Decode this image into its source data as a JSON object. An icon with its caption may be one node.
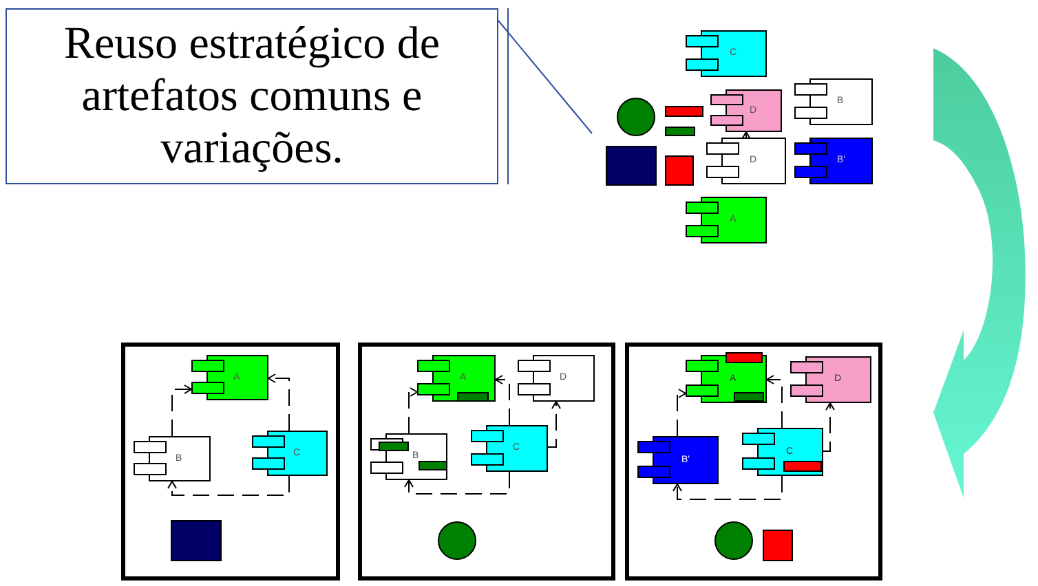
{
  "diagram": {
    "nodes": [
      {
        "text": [
          "Reuso estratégico de artefatos comuns e variações."
        ]
      },
      {
        "text": [
          "C"
        ]
      },
      {
        "text": [
          "D"
        ]
      },
      {
        "text": [
          "B"
        ]
      },
      {
        "text": [
          "D"
        ]
      },
      {
        "text": [
          "B'"
        ]
      },
      {
        "text": [
          "A"
        ]
      },
      {
        "text": [],
        "shape": "box"
      },
      {
        "text": [
          "A"
        ],
        "in": 7
      },
      {
        "text": [
          "B"
        ],
        "in": 7
      },
      {
        "text": [
          "C"
        ],
        "in": 7
      },
      {
        "text": [],
        "shape": "box"
      },
      {
        "text": [
          "A"
        ],
        "in": 11
      },
      {
        "text": [
          "D"
        ],
        "in": 11
      },
      {
        "text": [
          "B"
        ],
        "in": 11
      },
      {
        "text": [
          "C"
        ],
        "in": 11
      },
      {
        "text": [],
        "shape": "box"
      },
      {
        "text": [
          "A"
        ],
        "in": 16
      },
      {
        "text": [
          "D"
        ],
        "in": 16
      },
      {
        "text": [
          "B'"
        ],
        "in": 16
      },
      {
        "text": [
          "C"
        ],
        "in": 16
      }
    ],
    "edges": [
      {
        "from": 0,
        "to": null,
        "arrow": "none",
        "color": "#2e4fa0"
      },
      {
        "from": 4,
        "to": 2,
        "arrow": "to"
      },
      {
        "from": 9,
        "to": 8,
        "arrow": "to",
        "style": "dashed"
      },
      {
        "from": 10,
        "to": 8,
        "arrow": "to",
        "style": "dashed"
      },
      {
        "from": 10,
        "to": 9,
        "arrow": "to",
        "style": "dashed"
      },
      {
        "from": 14,
        "to": 12,
        "arrow": "to",
        "style": "dashed"
      },
      {
        "from": 15,
        "to": 12,
        "arrow": "to",
        "style": "dashed"
      },
      {
        "from": 15,
        "to": 14,
        "arrow": "to",
        "style": "dashed"
      },
      {
        "from": 15,
        "to": 13,
        "arrow": "to",
        "style": "dashed"
      },
      {
        "from": 19,
        "to": 17,
        "arrow": "to",
        "style": "dashed"
      },
      {
        "from": 20,
        "to": 17,
        "arrow": "to",
        "style": "dashed"
      },
      {
        "from": 20,
        "to": 19,
        "arrow": "to",
        "style": "dashed"
      },
      {
        "from": 20,
        "to": 18,
        "arrow": "to",
        "style": "dashed"
      }
    ]
  }
}
